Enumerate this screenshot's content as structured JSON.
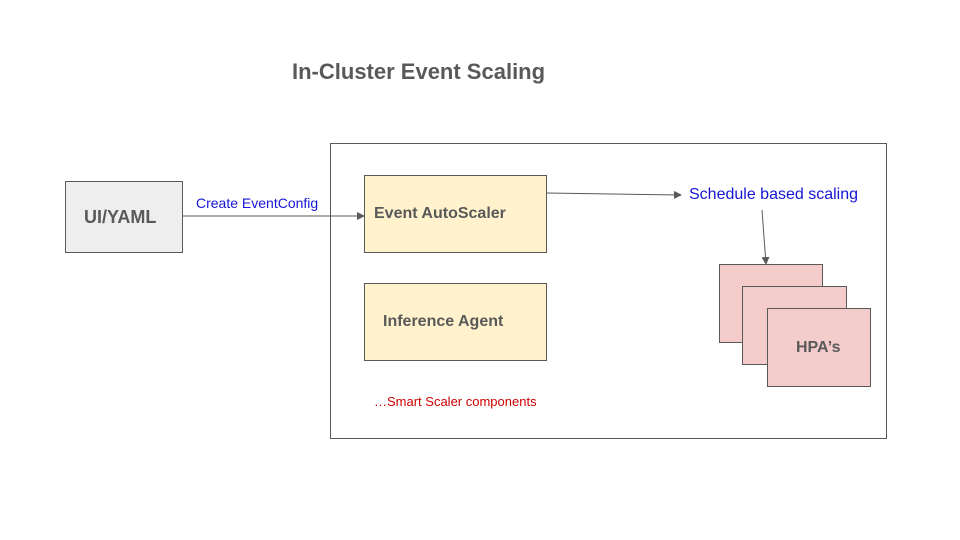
{
  "title": "In-Cluster Event Scaling",
  "nodes": {
    "ui_yaml": "UI/YAML",
    "event_autoscaler": "Event AutoScaler",
    "inference_agent": "Inference Agent",
    "hpas": "HPA’s"
  },
  "edges": {
    "create_event_config": "Create EventConfig"
  },
  "schedule_label": "Schedule based scaling",
  "components_note": "…Smart Scaler components",
  "colors": {
    "title_text": "#595959",
    "ui_fill": "#eeeeee",
    "component_fill": "#fff2cc",
    "hpa_fill": "#f4cccc",
    "edge_label": "#1515d6",
    "note_text": "#cc0000"
  }
}
